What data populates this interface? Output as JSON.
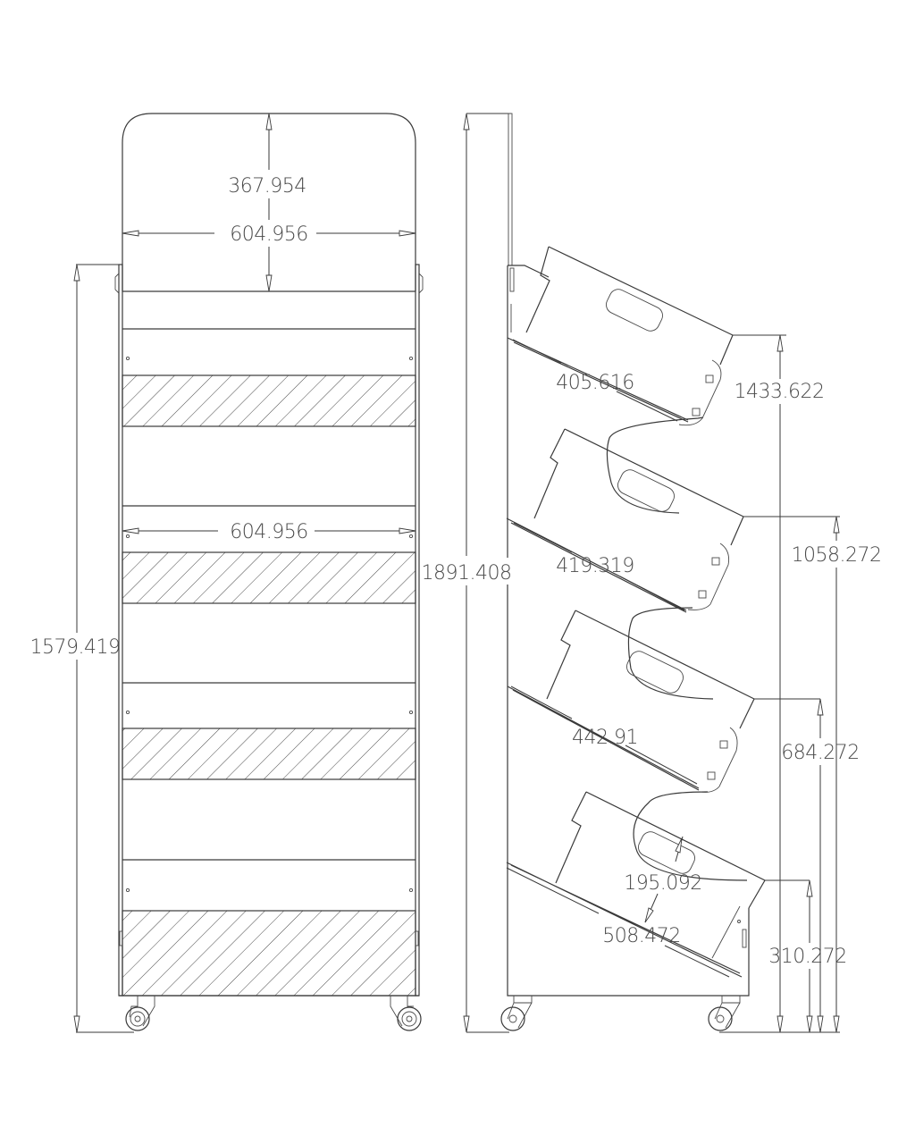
{
  "drawing": {
    "type": "technical elevation drawing",
    "subject": "mobile tiered display rack",
    "line_color": "#3a3a3a",
    "background": "#ffffff",
    "views": {
      "front": {
        "dimensions": {
          "header_height": "367.954",
          "header_width": "604.956",
          "shelf_width": "604.956",
          "body_height": "1579.419"
        },
        "hatched_bands": 4,
        "casters": 2
      },
      "side": {
        "dimensions": {
          "overall_height": "1891.408",
          "tier1_depth": "405.616",
          "tier2_depth": "419.319",
          "tier3_depth": "442.91",
          "tier4_depth": "508.472",
          "tier4_bin_height": "195.092",
          "tier1_height": "1433.622",
          "tier2_height": "1058.272",
          "tier3_height": "684.272",
          "tier4_height": "310.272"
        },
        "tiers": 4,
        "casters": 2
      }
    }
  }
}
